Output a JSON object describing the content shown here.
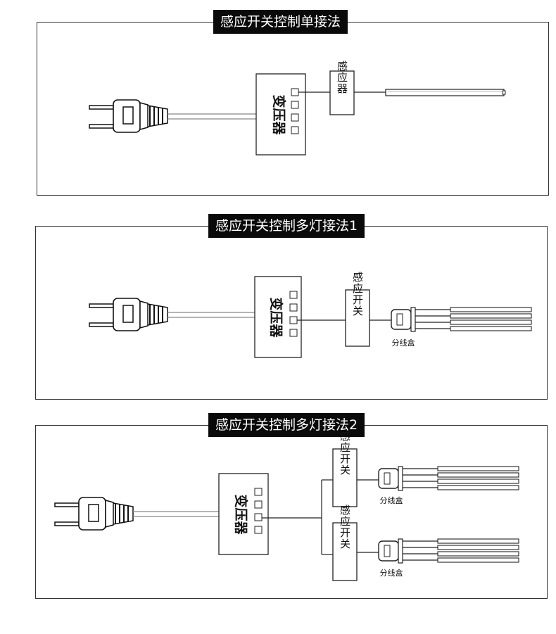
{
  "panels": [
    {
      "title": "感应开关控制单接法",
      "transformer": "变压器",
      "sensor": "感应器"
    },
    {
      "title": "感应开关控制多灯接法1",
      "transformer": "变压器",
      "sensor": "感应开关",
      "splitter": "分线盒"
    },
    {
      "title": "感应开关控制多灯接法2",
      "transformer": "变压器",
      "sensor_top": "感应开关",
      "sensor_bottom": "感应开关",
      "splitter_top": "分线盒",
      "splitter_bottom": "分线盒"
    }
  ]
}
